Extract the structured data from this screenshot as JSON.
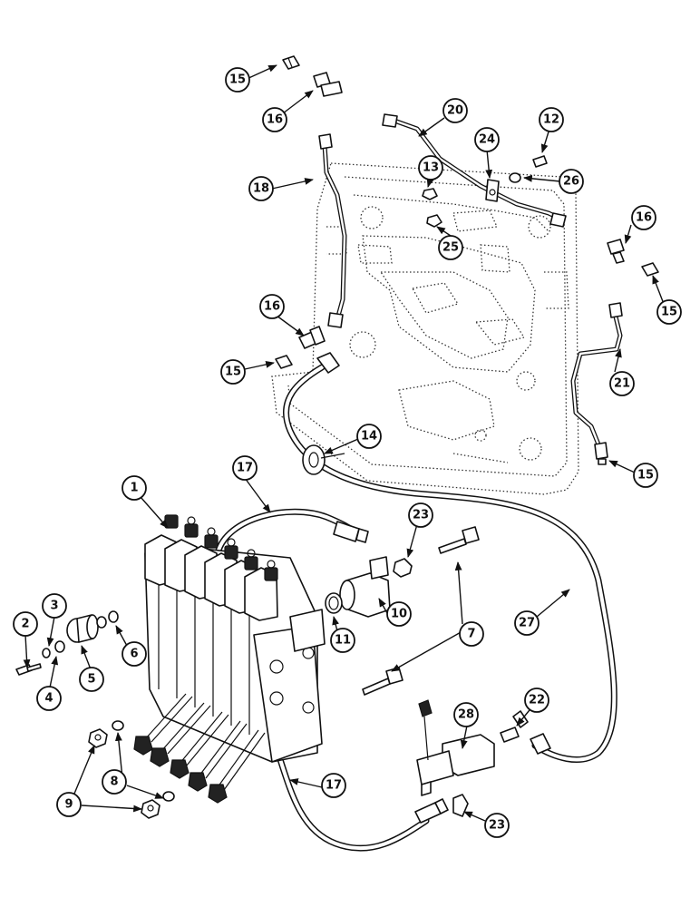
{
  "callouts": {
    "c1": "1",
    "c2": "2",
    "c3": "3",
    "c4": "4",
    "c5": "5",
    "c6": "6",
    "c7": "7",
    "c8": "8",
    "c9": "9",
    "c10": "10",
    "c11": "11",
    "c12": "12",
    "c13": "13",
    "c14": "14",
    "c15a": "15",
    "c15b": "15",
    "c15c": "15",
    "c15d": "15",
    "c16a": "16",
    "c16b": "16",
    "c16c": "16",
    "c17a": "17",
    "c17b": "17",
    "c18": "18",
    "c20": "20",
    "c21": "21",
    "c22": "22",
    "c23a": "23",
    "c23b": "23",
    "c24": "24",
    "c25": "25",
    "c26": "26",
    "c27": "27",
    "c28": "28"
  }
}
